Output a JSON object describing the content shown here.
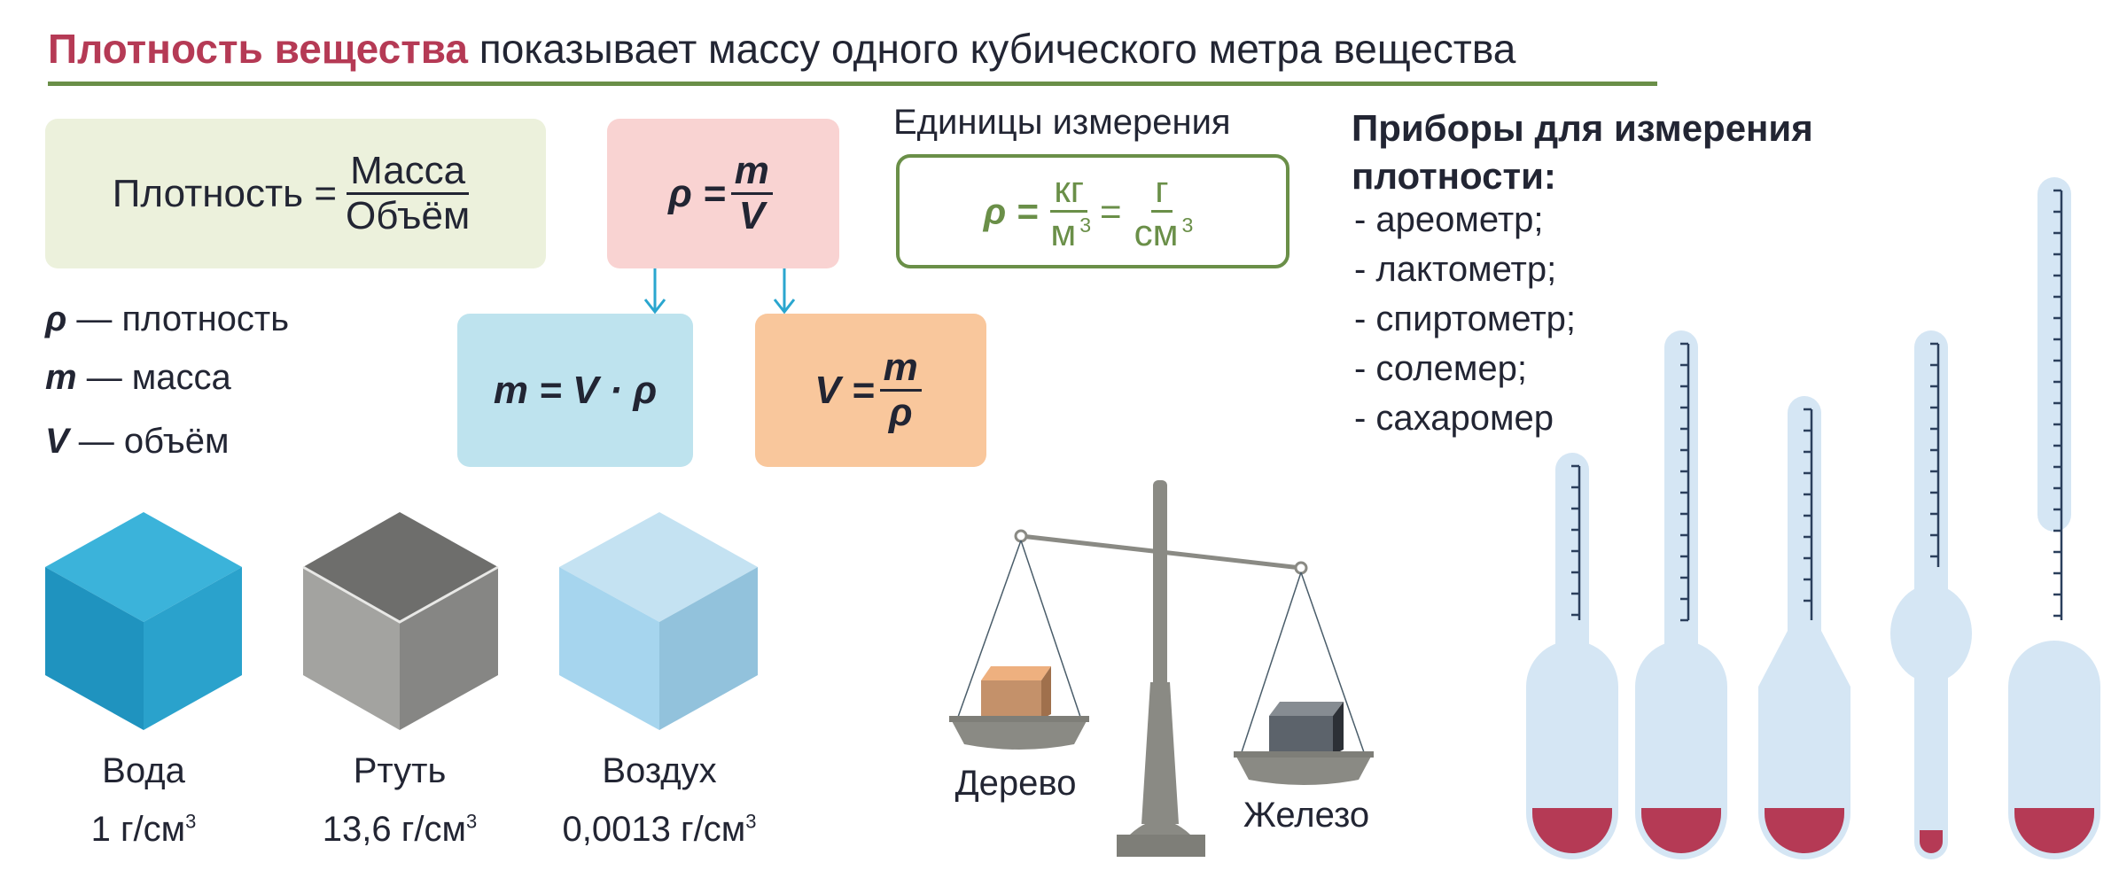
{
  "title": {
    "highlight": "Плотность вещества",
    "rest": " показывает массу одного кубического метра вещества"
  },
  "formula_words": {
    "left": "Плотность =",
    "numerator": "Масса",
    "denominator": "Объём"
  },
  "formula_main": {
    "left": "ρ =",
    "numerator": "m",
    "denominator": "V"
  },
  "formula_mass": "m = V · ρ",
  "formula_volume": {
    "left": "V =",
    "numerator": "m",
    "denominator": "ρ"
  },
  "legend": [
    {
      "symbol": "ρ",
      "text": " — плотность"
    },
    {
      "symbol": "m",
      "text": " — масса"
    },
    {
      "symbol": "V",
      "text": " — объём"
    }
  ],
  "units": {
    "title": "Единицы измерения",
    "left": "ρ =",
    "num1": "кг",
    "den1": "м",
    "eq": "=",
    "num2": "г",
    "den2": "см",
    "exp": "3"
  },
  "cubes": [
    {
      "name": "Вода",
      "value": "1 г/см",
      "exp": "3",
      "color": "#2aa6cf"
    },
    {
      "name": "Ртуть",
      "value": "13,6 г/см",
      "exp": "3",
      "color": "#8a8a88"
    },
    {
      "name": "Воздух",
      "value": "0,0013 г/см",
      "exp": "3",
      "color": "#a9d3ea"
    }
  ],
  "scale": {
    "left_label": "Дерево",
    "right_label": "Железо"
  },
  "devices": {
    "heading": "Приборы для измерения плотности:",
    "items": [
      "- ареометр;",
      "- лактометр;",
      "- спиртометр;",
      "- солемер;",
      "- сахаромер"
    ]
  },
  "colors": {
    "accent": "#b53a55",
    "green": "#6a8f48",
    "tube": "#d5e6f4",
    "liquid": "#b53a55"
  }
}
